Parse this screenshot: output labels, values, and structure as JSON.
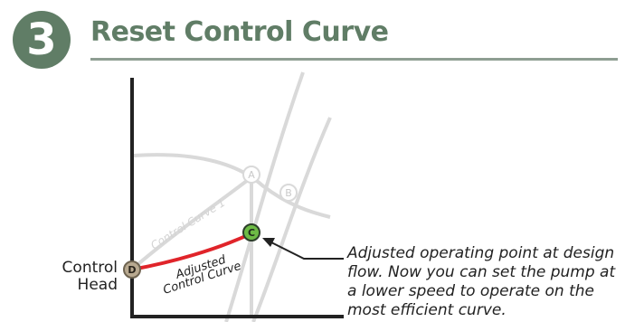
{
  "header": {
    "step_number": "3",
    "title": "Reset Control Curve"
  },
  "axis": {
    "y_label_line1": "Control",
    "y_label_line2": "Head"
  },
  "curves": {
    "control_curve_1": "Control Curve 1",
    "adjusted_line1": "Adjusted",
    "adjusted_line2": "Control Curve"
  },
  "points": {
    "a": "A",
    "b": "B",
    "c": "C",
    "d": "D"
  },
  "callout": {
    "line1": "Adjusted operating point at design",
    "line2": "flow.  Now you can set the pump at",
    "line3": "a lower speed to operate on the",
    "line4": "most efficient curve."
  },
  "colors": {
    "brand_green": "#607d66",
    "rule_gray": "#8e9e92",
    "curve_gray": "#d9d9d9",
    "adjusted_red": "#e0242a",
    "point_c_green": "#6dbb45",
    "point_d_tan": "#b8a990"
  }
}
